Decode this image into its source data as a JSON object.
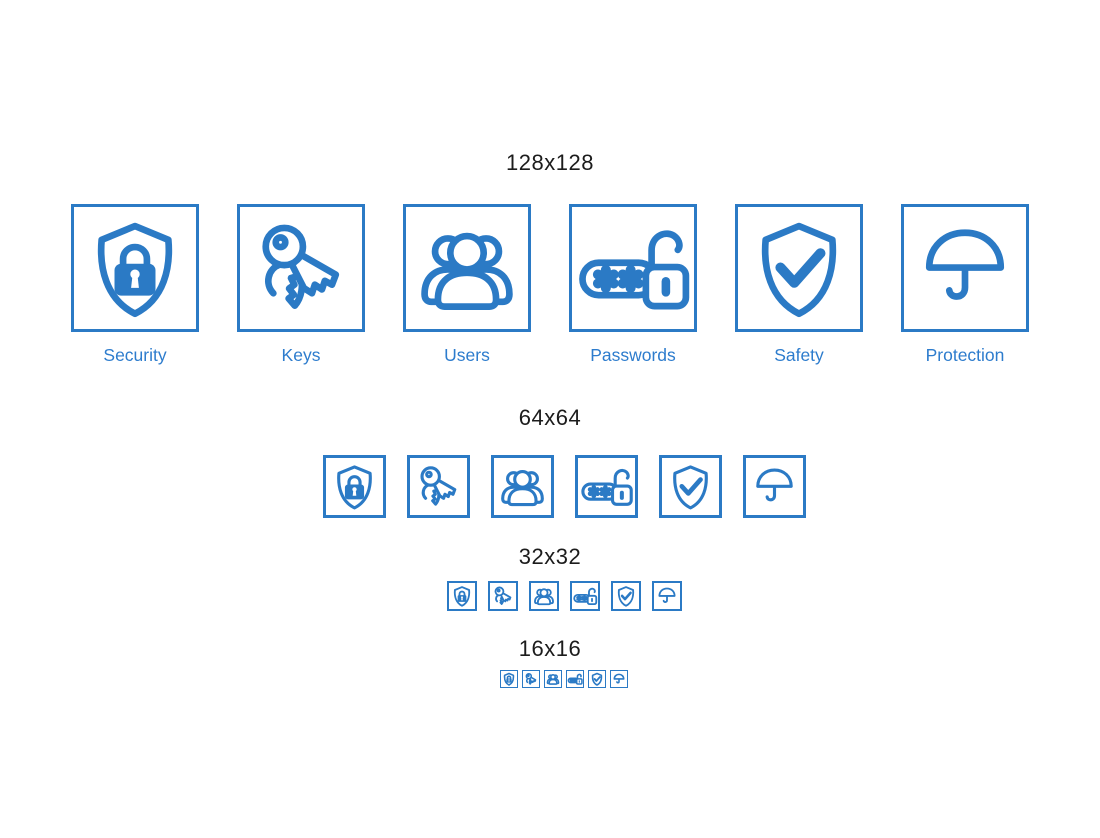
{
  "page": {
    "background": "#ffffff",
    "accent_color": "#2b7ac5",
    "label_color": "#2d7ccd",
    "heading_color": "#1c1c1c"
  },
  "sections": [
    {
      "id": "128",
      "label": "128x128"
    },
    {
      "id": "64",
      "label": "64x64"
    },
    {
      "id": "32",
      "label": "32x32"
    },
    {
      "id": "16",
      "label": "16x16"
    }
  ],
  "icons": [
    {
      "id": "security",
      "label": "Security"
    },
    {
      "id": "keys",
      "label": "Keys"
    },
    {
      "id": "users",
      "label": "Users"
    },
    {
      "id": "passwords",
      "label": "Passwords"
    },
    {
      "id": "safety",
      "label": "Safety"
    },
    {
      "id": "protection",
      "label": "Protection"
    }
  ]
}
